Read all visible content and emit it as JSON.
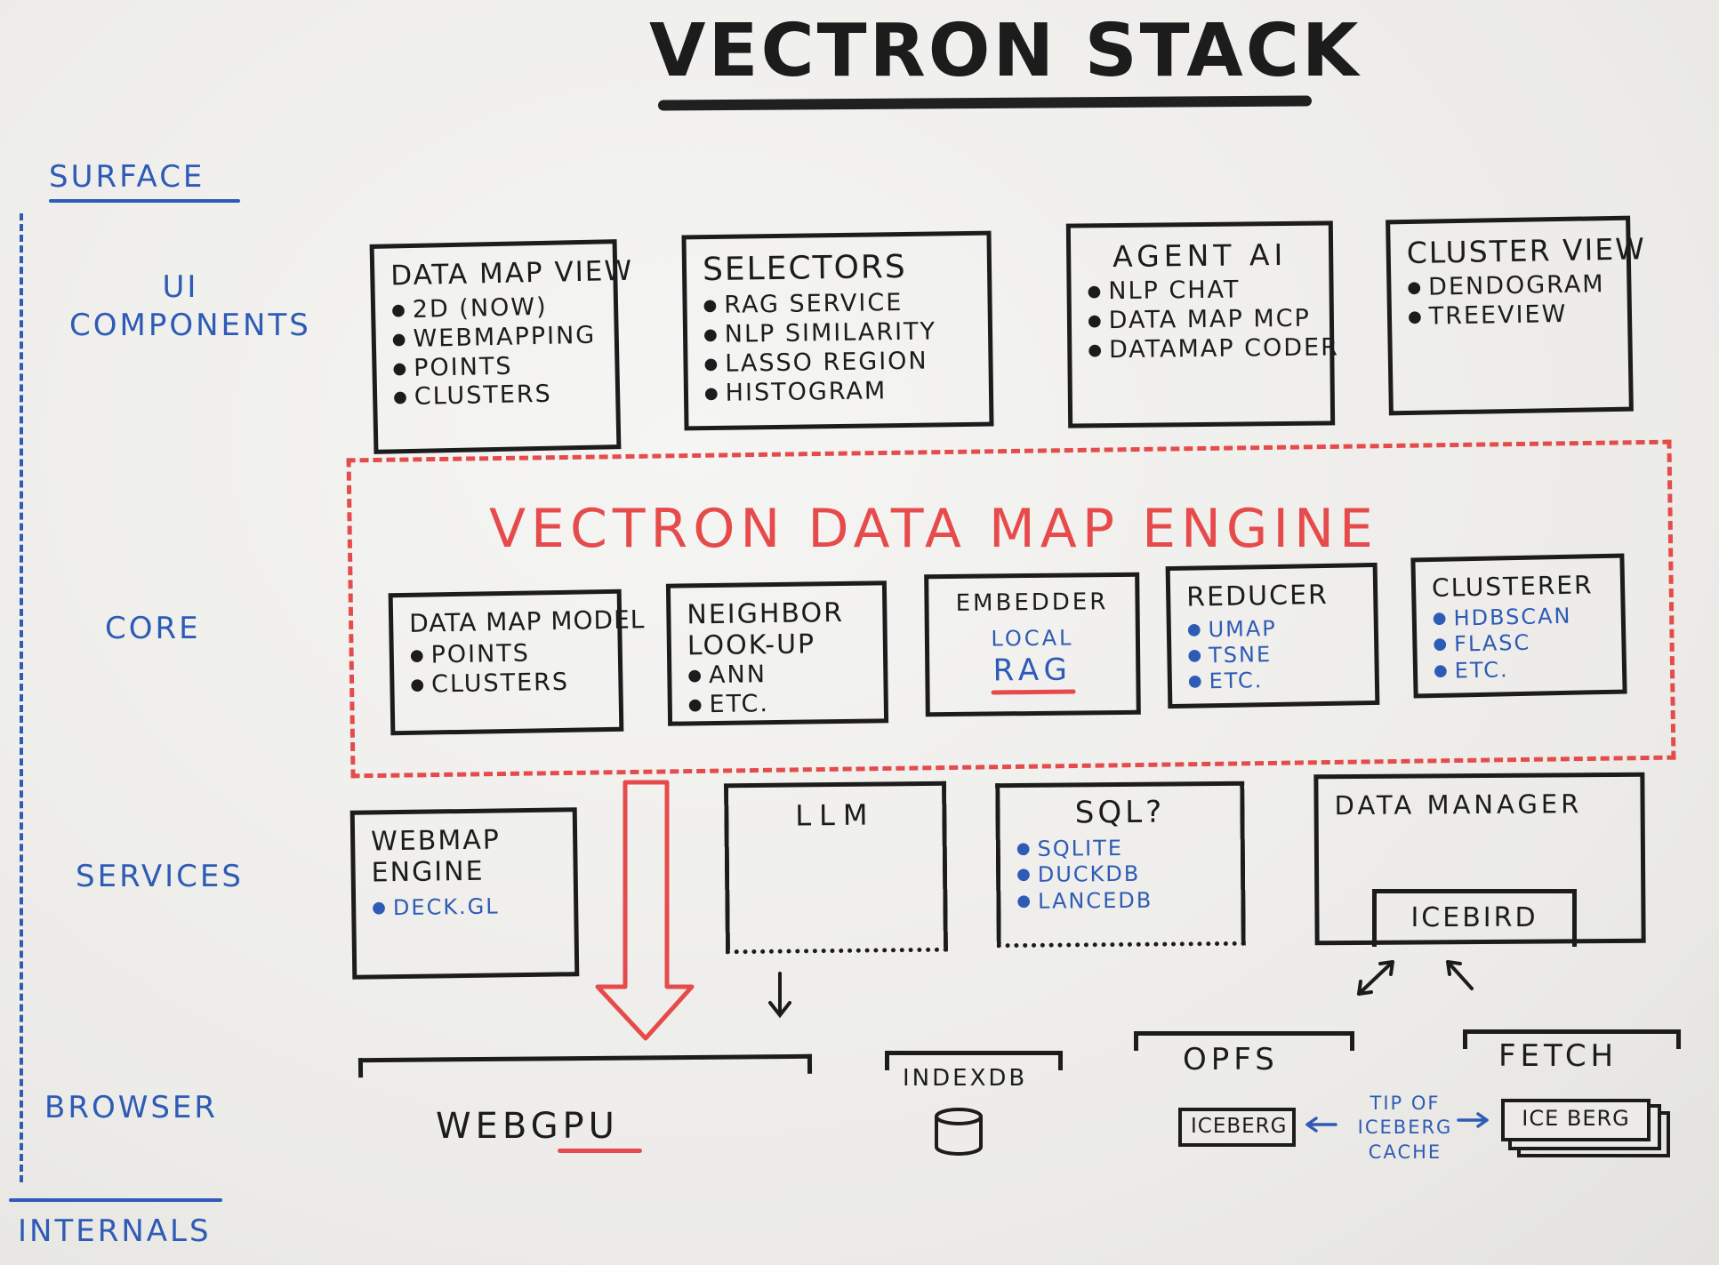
{
  "title": "VECTRON STACK",
  "layers": {
    "surface": "SURFACE",
    "ui_line1": "UI",
    "ui_line2": "COMPONENTS",
    "core": "CORE",
    "services": "SERVICES",
    "browser": "BROWSER",
    "internals": "INTERNALS"
  },
  "ui_components": [
    {
      "title": "DATA MAP VIEW",
      "items": [
        "2D (NOW)",
        "WEBMAPPING",
        "POINTS",
        "CLUSTERS"
      ]
    },
    {
      "title": "SELECTORS",
      "items": [
        "RAG SERVICE",
        "NLP SIMILARITY",
        "LASSO REGION",
        "HISTOGRAM"
      ]
    },
    {
      "title": "AGENT AI",
      "items": [
        "NLP CHAT",
        "DATA MAP MCP",
        "DATAMAP CODER"
      ]
    },
    {
      "title": "CLUSTER VIEW",
      "items": [
        "DENDOGRAM",
        "TREEVIEW"
      ]
    }
  ],
  "engine": {
    "title": "VECTRON DATA MAP ENGINE",
    "data_map_model": {
      "title": "DATA MAP MODEL",
      "items": [
        "POINTS",
        "CLUSTERS"
      ]
    },
    "neighbor": {
      "title_line1": "NEIGHBOR",
      "title_line2": "LOOK-UP",
      "items": [
        "ANN",
        "ETC."
      ]
    },
    "embedder": {
      "title": "EMBEDDER",
      "line1": "LOCAL",
      "line2": "RAG"
    },
    "reducer": {
      "title": "REDUCER",
      "items": [
        "UMAP",
        "TSNE",
        "ETC."
      ]
    },
    "clusterer": {
      "title": "CLUSTERER",
      "items": [
        "HDBSCAN",
        "FLASC",
        "ETC."
      ]
    }
  },
  "services": {
    "webmap": {
      "title_line1": "WEBMAP",
      "title_line2": "ENGINE",
      "items": [
        "DECK.GL"
      ]
    },
    "llm": {
      "title": "LLM"
    },
    "sql": {
      "title": "SQL?",
      "items": [
        "SQLITE",
        "DUCKDB",
        "LANCEDB"
      ]
    },
    "data_manager": {
      "title": "DATA MANAGER",
      "inner": "ICEBIRD"
    }
  },
  "browser": {
    "webgpu": "WEBGPU",
    "indexdb": "INDEXDB",
    "opfs": "OPFS",
    "fetch": "FETCH",
    "iceberg_local": "ICEBERG",
    "iceberg_remote": "ICE BERG",
    "cache_line1": "TIP OF",
    "cache_line2": "ICEBERG",
    "cache_line3": "CACHE"
  },
  "colors": {
    "ink": "#1c1c1c",
    "blue": "#2e5bb5",
    "red": "#e64b4b"
  }
}
